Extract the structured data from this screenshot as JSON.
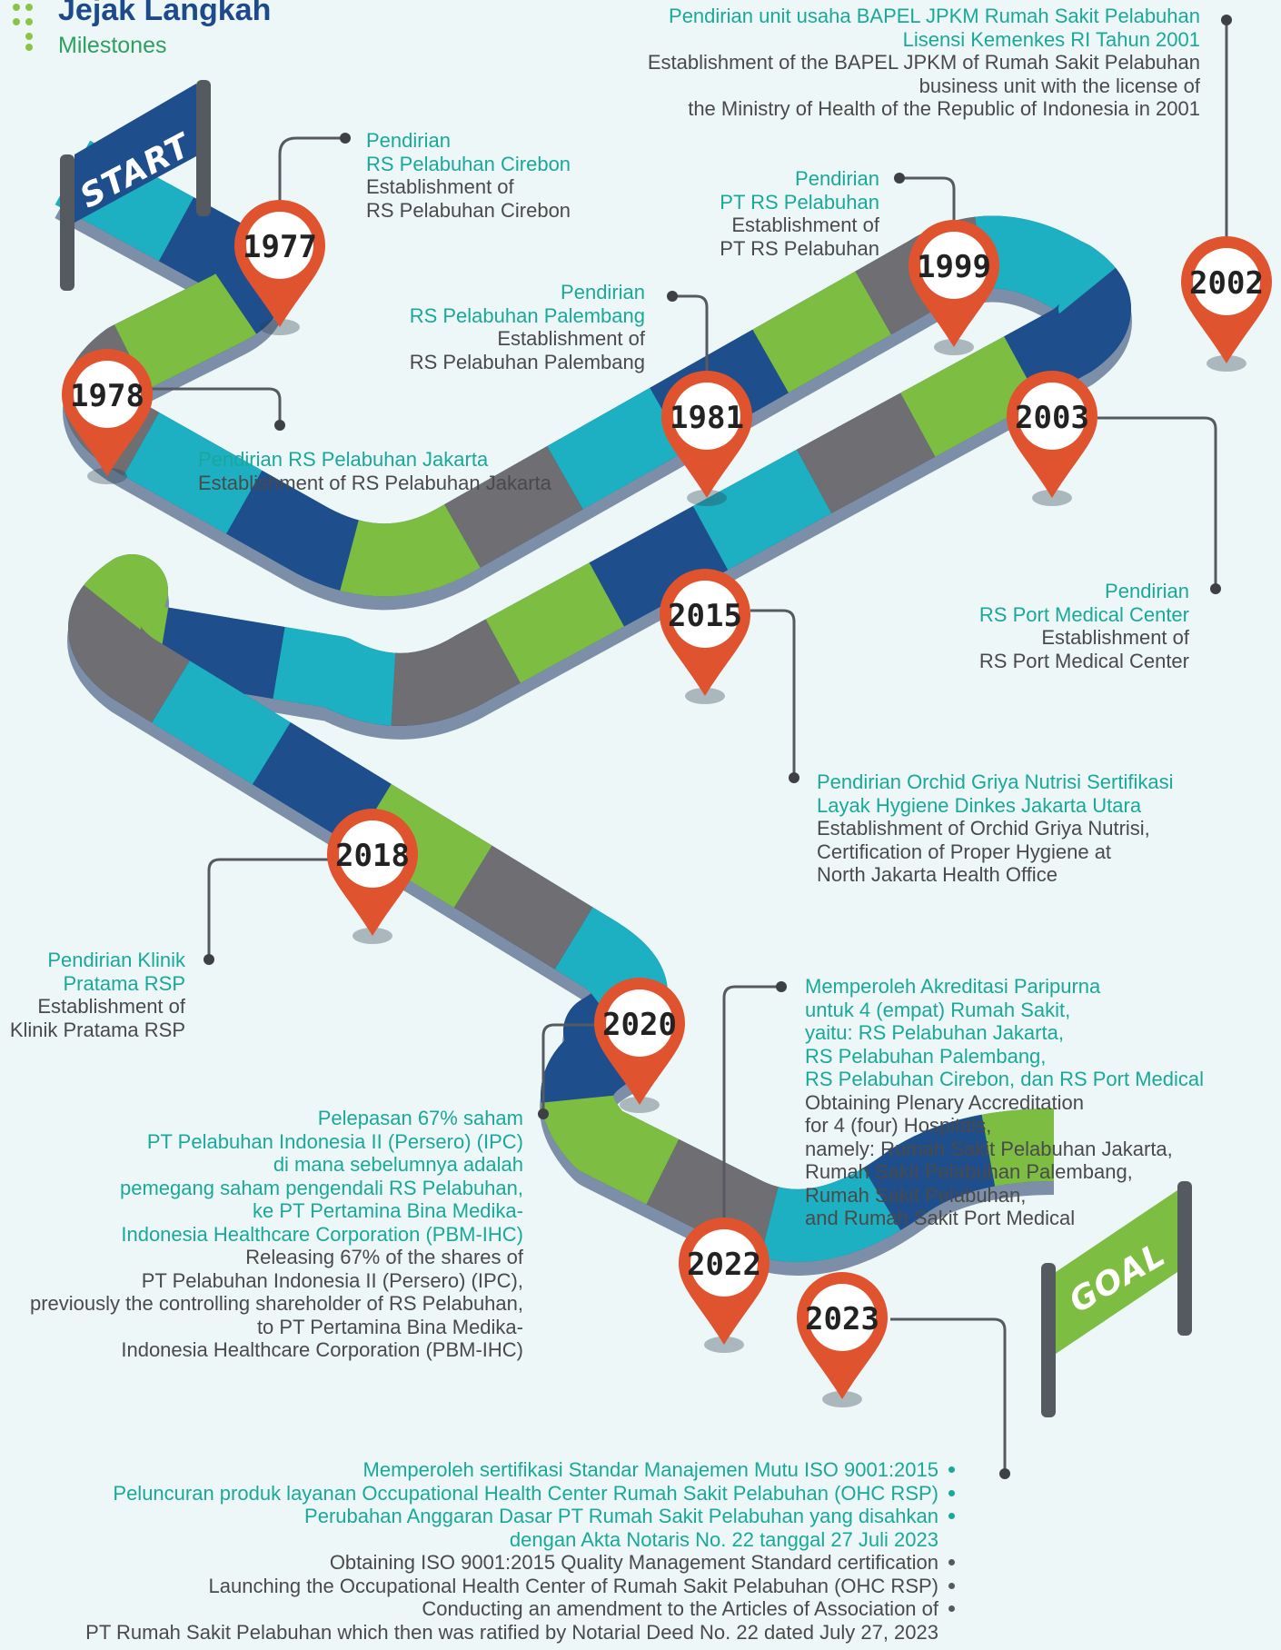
{
  "header": {
    "title": "Jejak Langkah",
    "subtitle": "Milestones"
  },
  "flags": {
    "start": "START",
    "goal": "GOAL"
  },
  "milestones": [
    {
      "year": "1977",
      "id": "Pendirian\nRS Pelabuhan Cirebon",
      "en": "Establishment of\nRS Pelabuhan Cirebon"
    },
    {
      "year": "1978",
      "id": "Pendirian RS Pelabuhan Jakarta",
      "en": "Establishment of RS Pelabuhan Jakarta"
    },
    {
      "year": "1981",
      "id": "Pendirian\nRS Pelabuhan Palembang",
      "en": "Establishment of\nRS Pelabuhan Palembang"
    },
    {
      "year": "1999",
      "id": "Pendirian\nPT RS Pelabuhan",
      "en": "Establishment of\nPT RS Pelabuhan"
    },
    {
      "year": "2002",
      "id": "Pendirian unit usaha BAPEL JPKM Rumah Sakit Pelabuhan\nLisensi Kemenkes RI Tahun 2001",
      "en": "Establishment of the BAPEL JPKM of Rumah Sakit Pelabuhan\nbusiness unit with the license of\nthe Ministry of Health of the Republic of Indonesia in 2001"
    },
    {
      "year": "2003",
      "id": "Pendirian\nRS Port Medical Center",
      "en": "Establishment of\nRS Port Medical Center"
    },
    {
      "year": "2015",
      "id": "Pendirian Orchid Griya Nutrisi Sertifikasi\nLayak Hygiene Dinkes Jakarta Utara",
      "en": "Establishment of Orchid Griya Nutrisi,\nCertification of Proper Hygiene at\nNorth Jakarta Health Office"
    },
    {
      "year": "2018",
      "id": "Pendirian Klinik\nPratama RSP",
      "en": "Establishment of\nKlinik Pratama RSP"
    },
    {
      "year": "2020",
      "id": "Pelepasan 67% saham\nPT Pelabuhan Indonesia II (Persero) (IPC)\ndi mana sebelumnya adalah\npemegang saham pengendali RS Pelabuhan,\nke PT Pertamina Bina Medika-\nIndonesia Healthcare Corporation (PBM-IHC)",
      "en": "Releasing 67% of the shares of\nPT Pelabuhan Indonesia II (Persero) (IPC),\npreviously the controlling shareholder of RS Pelabuhan,\nto PT Pertamina Bina Medika-\nIndonesia Healthcare Corporation (PBM-IHC)"
    },
    {
      "year": "2022",
      "id": "Memperoleh Akreditasi Paripurna\nuntuk 4 (empat) Rumah Sakit,\nyaitu: RS Pelabuhan Jakarta,\nRS Pelabuhan Palembang,\nRS Pelabuhan Cirebon, dan RS Port Medical",
      "en": "Obtaining Plenary Accreditation\nfor 4 (four) Hospitals,\nnamely: Rumah Sakit Pelabuhan Jakarta,\nRumah Sakit Pelabuhan Palembang,\nRumah Sakit Pelabuhan,\nand Rumah Sakit Port Medical"
    },
    {
      "year": "2023",
      "id": "",
      "en": ""
    }
  ],
  "bottom_2023": {
    "id_items": [
      "Memperoleh sertifikasi Standar Manajemen Mutu ISO 9001:2015",
      "Peluncuran produk layanan Occupational Health Center Rumah Sakit Pelabuhan (OHC RSP)",
      "Perubahan Anggaran Dasar PT Rumah Sakit Pelabuhan yang disahkan\ndengan Akta Notaris No. 22 tanggal 27 Juli 2023"
    ],
    "en_items": [
      "Obtaining ISO 9001:2015 Quality Management Standard certification",
      "Launching the Occupational Health Center of Rumah Sakit Pelabuhan (OHC RSP)",
      "Conducting an amendment to the Articles of Association of\nPT Rumah Sakit Pelabuhan which then was ratified by Notarial Deed No. 22 dated July 27, 2023"
    ]
  },
  "colors": {
    "navy": "#1f4e8c",
    "green": "#7cbd42",
    "teal": "#1cb0c2",
    "gray": "#6e6e73",
    "pin": "#e0532f",
    "text_id": "#1aa89a",
    "text_en": "#4a4a4a",
    "title": "#1d4a8a"
  }
}
